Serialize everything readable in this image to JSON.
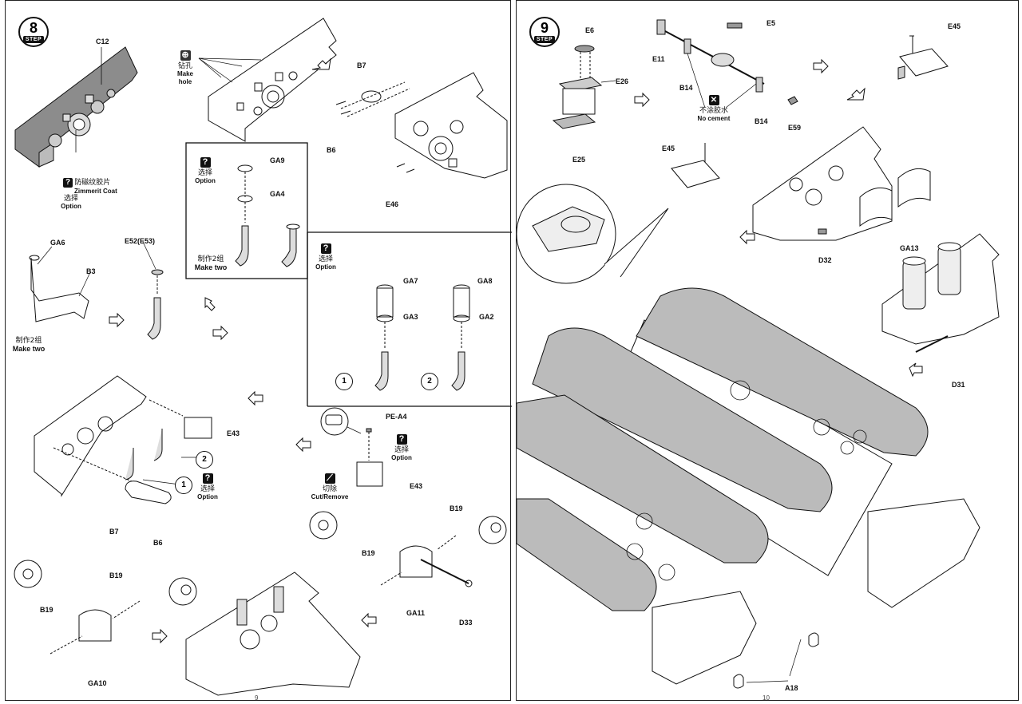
{
  "left_page": {
    "step": {
      "number": "8",
      "word": "STEP"
    },
    "page_number": "9",
    "labels": {
      "C12": "C12",
      "B7_top": "B7",
      "B6_top": "B6",
      "E46": "E46",
      "GA9": "GA9",
      "GA4": "GA4",
      "GA6": "GA6",
      "B3": "B3",
      "E52": "E52(E53)",
      "GA7": "GA7",
      "GA3": "GA3",
      "GA8": "GA8",
      "GA2": "GA2",
      "E43_mid": "E43",
      "B7_bot": "B7",
      "B6_bot": "B6",
      "PE_A4": "PE-A4",
      "E43_right": "E43",
      "B19_a": "B19",
      "B19_b": "B19",
      "GA11": "GA11",
      "D33": "D33",
      "B19_c": "B19",
      "B19_d": "B19",
      "GA10": "GA10"
    },
    "zimmerit": {
      "cn": "防磁纹胶片",
      "en": "Zimmerit Coat"
    },
    "make_hole": {
      "cn": "钻孔",
      "en": "Make hole"
    },
    "make_two_box": {
      "cn": "制作2组",
      "en": "Make two"
    },
    "make_two_left": {
      "cn": "制作2组",
      "en": "Make two"
    },
    "option": {
      "cn": "选择",
      "en": "Option",
      "mark": "?"
    },
    "cut_remove": {
      "cn": "切除",
      "en": "Cut/Remove"
    },
    "circle_1": "1",
    "circle_2": "2"
  },
  "right_page": {
    "step": {
      "number": "9",
      "word": "STEP"
    },
    "page_number": "10",
    "labels": {
      "E6": "E6",
      "E26": "E26",
      "E25": "E25",
      "E11": "E11",
      "E5": "E5",
      "B14_a": "B14",
      "B14_b": "B14",
      "E59": "E59",
      "E45_a": "E45",
      "E45_b": "E45",
      "D32": "D32",
      "GA13": "GA13",
      "D31": "D31",
      "A18": "A18"
    },
    "no_cement": {
      "cn": "不涂胶水",
      "en": "No cement"
    }
  }
}
